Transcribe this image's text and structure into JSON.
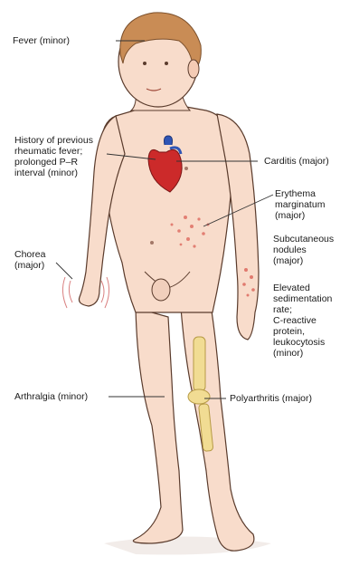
{
  "labels": {
    "fever": "Fever (minor)",
    "history": "History of previous\nrheumatic fever;\nprolonged P–R\ninterval (minor)",
    "carditis": "Carditis (major)",
    "erythema": "Erythema\nmarginatum\n(major)",
    "nodules": "Subcutaneous\nnodules\n(major)",
    "chorea": "Chorea\n(major)",
    "elevated": "Elevated\nsedimentation\nrate;\nC-reactive\nprotein,\nleukocytosis\n(minor)",
    "arthralgia": "Arthralgia (minor)",
    "polyarthritis": "Polyarthritis (major)"
  },
  "colors": {
    "skin": "#f8dccb",
    "skin_shadow": "#e9bfa6",
    "outline": "#5a3b2c",
    "hair": "#c98c55",
    "heart_red": "#cc2a2a",
    "vessel_blue": "#2f55b5",
    "rash": "#d9594f",
    "bone": "#f1dc93",
    "leader": "#333333"
  }
}
